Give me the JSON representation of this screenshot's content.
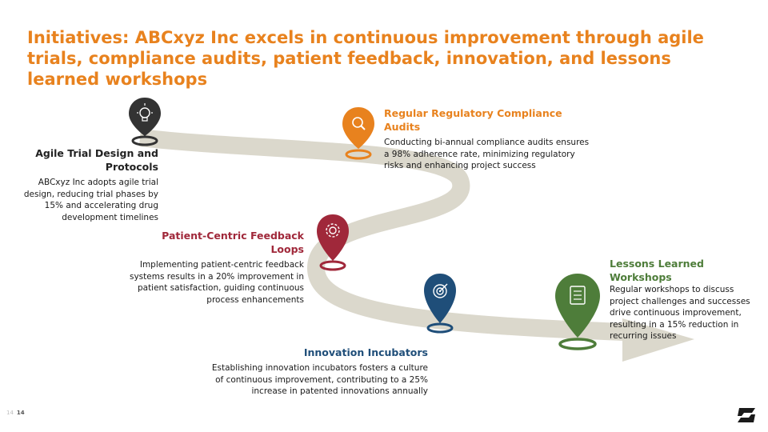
{
  "title": "Initiatives: ABCxyz Inc excels in continuous improvement through agile trials, compliance audits, patient feedback, innovation, and lessons learned workshops",
  "items": [
    {
      "id": "agile",
      "heading": "Agile Trial Design and Protocols",
      "body": "ABCxyz Inc adopts agile trial design, reducing trial phases by 15% and accelerating drug development timelines",
      "color": "#333333",
      "icon": "lightbulb-icon"
    },
    {
      "id": "compliance",
      "heading": "Regular Regulatory Compliance Audits",
      "body": "Conducting bi-annual compliance audits ensures a 98% adherence rate, minimizing regulatory risks and enhancing project success",
      "color": "#e8821e",
      "icon": "magnifier-icon"
    },
    {
      "id": "feedback",
      "heading": "Patient-Centric Feedback Loops",
      "body": "Implementing patient-centric feedback systems results in a 20% improvement in patient satisfaction, guiding continuous process enhancements",
      "color": "#a0283a",
      "icon": "gear-icon"
    },
    {
      "id": "innovation",
      "heading": "Innovation Incubators",
      "body": "Establishing innovation incubators fosters a culture of continuous improvement, contributing to a 25% increase in patented innovations annually",
      "color": "#1f4e79",
      "icon": "target-icon"
    },
    {
      "id": "lessons",
      "heading": "Lessons Learned Workshops",
      "body": "Regular workshops to discuss project challenges and successes drive continuous improvement, resulting in a 15% reduction in recurring issues",
      "color": "#4e7d3a",
      "icon": "checklist-icon"
    }
  ],
  "page_number": {
    "small": "14",
    "bold": "14"
  }
}
